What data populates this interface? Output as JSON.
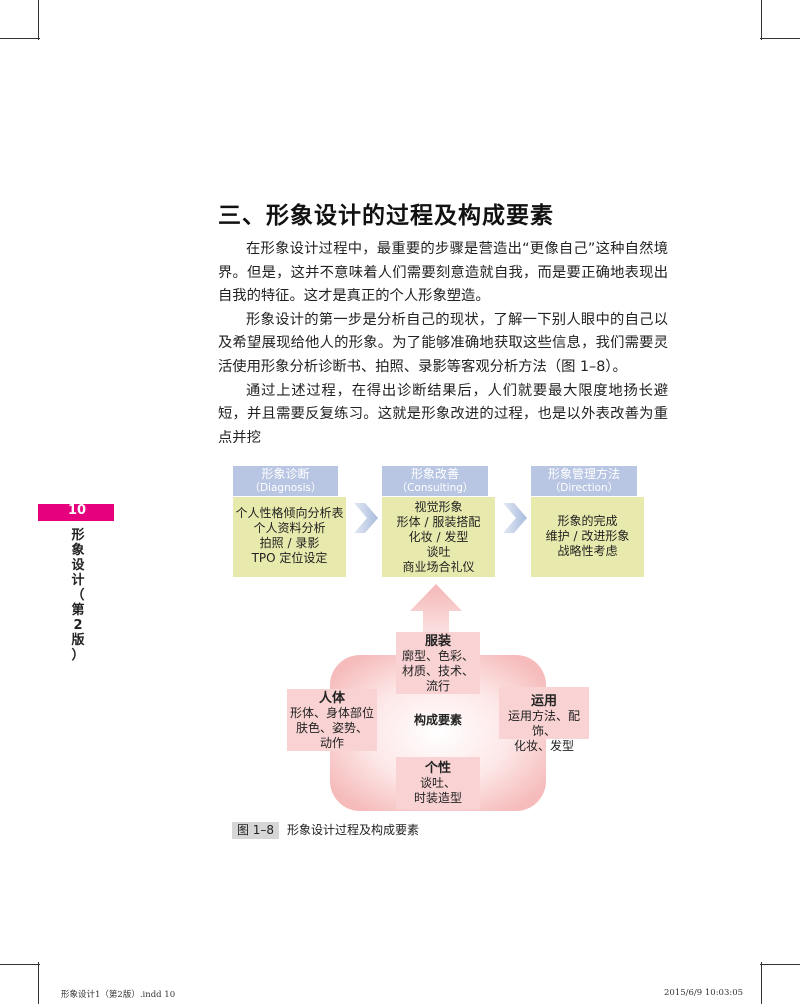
{
  "heading": "三、形象设计的过程及构成要素",
  "paragraphs": [
    "在形象设计过程中，最重要的步骤是营造出“更像自己”这种自然境界。但是，这并不意味着人们需要刻意造就自我，而是要正确地表现出自我的特征。这才是真正的个人形象塑造。",
    "形象设计的第一步是分析自己的现状，了解一下别人眼中的自己以及希望展现给他人的形象。为了能够准确地获取这些信息，我们需要灵活使用形象分析诊断书、拍照、录影等客观分析方法（图 1–8）。",
    "通过上述过程，在得出诊断结果后，人们就要最大限度地扬长避短，并且需要反复练习。这就是形象改进的过程，也是以外表改善为重点并挖"
  ],
  "side_tab": {
    "page_number": "10",
    "title": [
      "形",
      "象",
      "设",
      "计",
      "（",
      "第",
      "2",
      "版",
      "）"
    ]
  },
  "diagram": {
    "stages": [
      {
        "title": "形象诊断",
        "en": "（Diagnosis）",
        "items": [
          "个人性格倾向分析表",
          "个人资料分析",
          "拍照 / 录影",
          "TPO 定位设定"
        ]
      },
      {
        "title": "形象改善",
        "en": "（Consulting）",
        "items": [
          "视觉形象",
          "形体 / 服装搭配",
          "化妆 / 发型",
          "谈吐",
          "商业场合礼仪"
        ]
      },
      {
        "title": "形象管理方法",
        "en": "（Direction）",
        "items": [
          "形象的完成",
          "维护 / 改进形象",
          "战略性考虑"
        ]
      }
    ],
    "center_label": "构成要素",
    "elements": {
      "top": {
        "title": "服装",
        "items": [
          "廓型、色彩、",
          "材质、技术、",
          "流行"
        ]
      },
      "left": {
        "title": "人体",
        "items": [
          "形体、身体部位",
          "肤色、姿势、",
          "动作"
        ]
      },
      "right": {
        "title": "运用",
        "items": [
          "运用方法、配饰、",
          "化妆、发型"
        ]
      },
      "bottom": {
        "title": "个性",
        "items": [
          "谈吐、",
          "时装造型"
        ]
      }
    }
  },
  "caption": {
    "tag": "图 1–8",
    "text": "形象设计过程及构成要素"
  },
  "footer": {
    "left": "形象设计1（第2版）.indd   10",
    "right": "2015/6/9   10:03:05"
  },
  "colors": {
    "accent": "#e6007e",
    "header_blue": "#b9c6e3",
    "box_yellow": "#e8eaad",
    "pink_light": "#fde3e3",
    "pink_mid": "#f7c3c3"
  }
}
